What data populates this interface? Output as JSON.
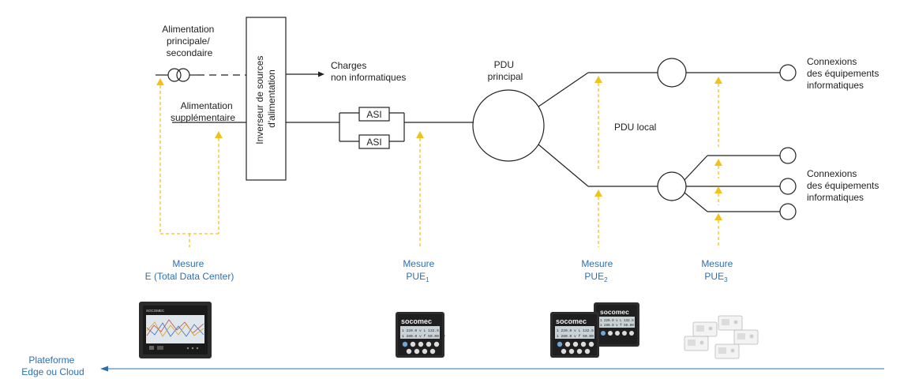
{
  "labels": {
    "main_supply": [
      "Alimentation",
      "principale/",
      "secondaire"
    ],
    "supplementary_supply": [
      "Alimentation",
      "supplémentaire"
    ],
    "transfer_switch": [
      "Inverseur de sources",
      "d'alimentation"
    ],
    "non_it_loads": [
      "Charges",
      "non informatiques"
    ],
    "ups_a": "ASI",
    "ups_b": "ASI",
    "main_pdu": [
      "PDU",
      "principal"
    ],
    "local_pdu": "PDU local",
    "it_connections_top": [
      "Connexions",
      "des équipements",
      "informatiques"
    ],
    "it_connections_bottom": [
      "Connexions",
      "des équipements",
      "informatiques"
    ]
  },
  "measures": [
    {
      "title": "Mesure",
      "value": "E (Total Data Center)",
      "sub": ""
    },
    {
      "title": "Mesure",
      "value": "PUE",
      "sub": "1"
    },
    {
      "title": "Mesure",
      "value": "PUE",
      "sub": "2"
    },
    {
      "title": "Mesure",
      "value": "PUE",
      "sub": "3"
    }
  ],
  "platform": [
    "Plateforme",
    "Edge ou Cloud"
  ],
  "devices": {
    "brand": "socomec",
    "brand_small": "SOCOMEC",
    "meter_line1": "1 220.0 v  L 132.5 v",
    "meter_line2": "1 280.0 v  f 50.00 Hz"
  },
  "colors": {
    "measure_text": "#2f6fae",
    "measure_arrow": "#f2c21b",
    "platform_line": "#2f6fae"
  }
}
